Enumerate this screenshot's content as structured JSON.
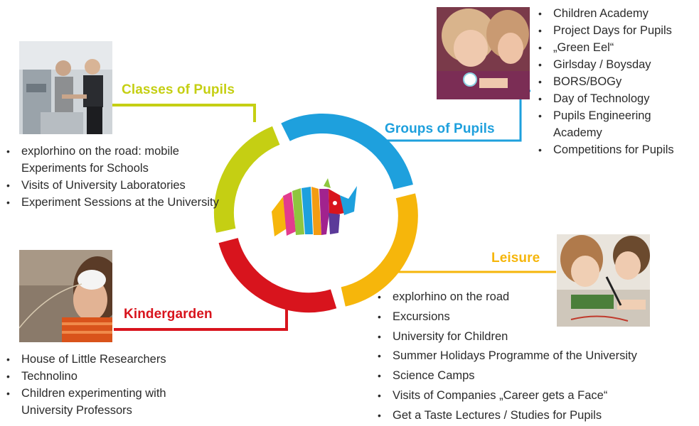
{
  "colors": {
    "classes": "#c5cf13",
    "groups": "#1ea0dd",
    "leisure": "#f6b60b",
    "kindergarden": "#d8141d",
    "text": "#2b2b2b"
  },
  "sections": {
    "classes": {
      "heading": "Classes of Pupils",
      "items": [
        "explorhino on the road: mobile Experiments for Schools",
        "Visits of University Laboratories",
        "Experiment Sessions at the University"
      ]
    },
    "groups": {
      "heading": "Groups of Pupils",
      "items": [
        "Children Academy",
        "Project Days for Pupils",
        "„Green Eel“",
        "Girlsday / Boysday",
        "BORS/BOGy",
        "Day of Technology",
        "Pupils Engineering Academy",
        "Competitions for Pupils"
      ]
    },
    "kindergarden": {
      "heading": "Kindergarden",
      "items": [
        "House of Little Researchers",
        "Technolino",
        "Children experimenting with University Professors"
      ]
    },
    "leisure": {
      "heading": "Leisure",
      "items": [
        "explorhino on the road",
        "Excursions",
        "University for Children",
        "Summer Holidays Programme of the University",
        "Science Camps",
        "Visits of Companies „Career gets a Face“",
        "Get a Taste Lectures / Studies for Pupils"
      ]
    }
  },
  "icons": {
    "logo": "rhino-logo",
    "photos": [
      "lab-photo",
      "children-experiment-photo",
      "child-phone-photo",
      "girls-soldering-photo"
    ]
  }
}
